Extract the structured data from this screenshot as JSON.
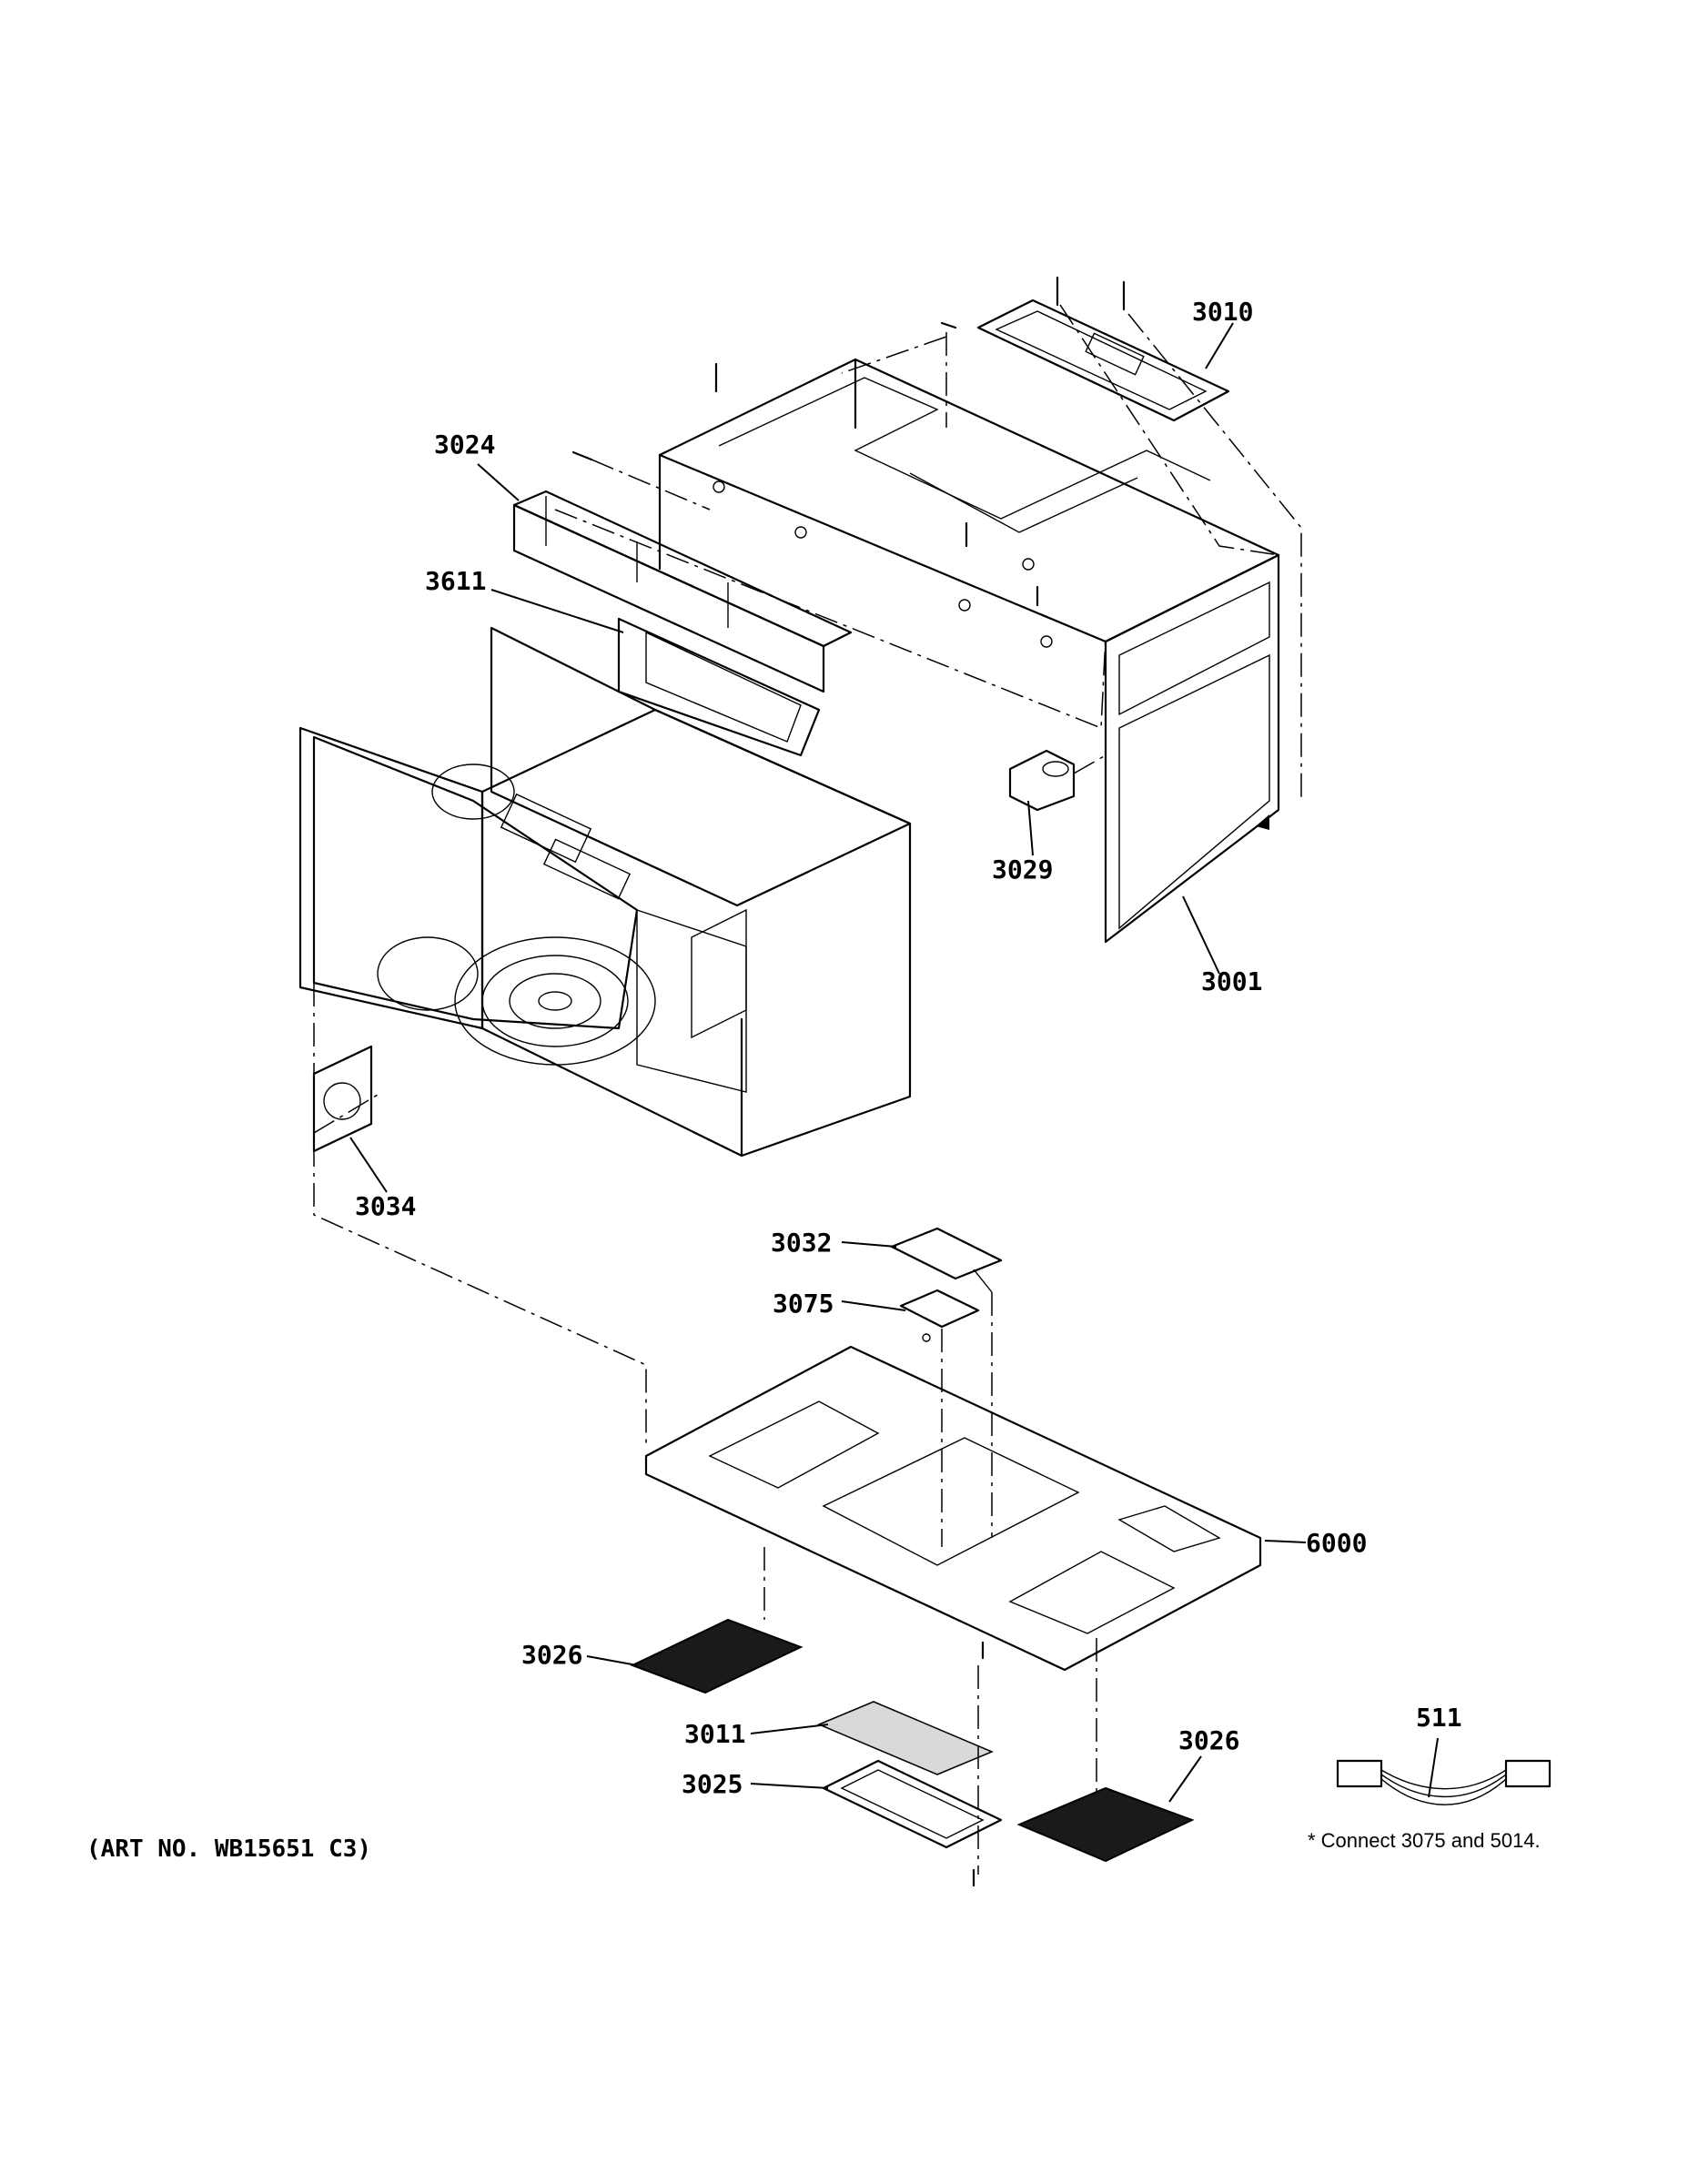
{
  "callouts": {
    "c3010": "3010",
    "c3024": "3024",
    "c3611": "3611",
    "c3029": "3029",
    "c3001": "3001",
    "c3034": "3034",
    "c3032": "3032",
    "c3075": "3075",
    "c6000": "6000",
    "c3026_left": "3026",
    "c3011": "3011",
    "c3025": "3025",
    "c511": "511",
    "c3026_right": "3026"
  },
  "art_number": "(ART NO. WB15651 C3)",
  "note": "* Connect 3075 and 5014."
}
